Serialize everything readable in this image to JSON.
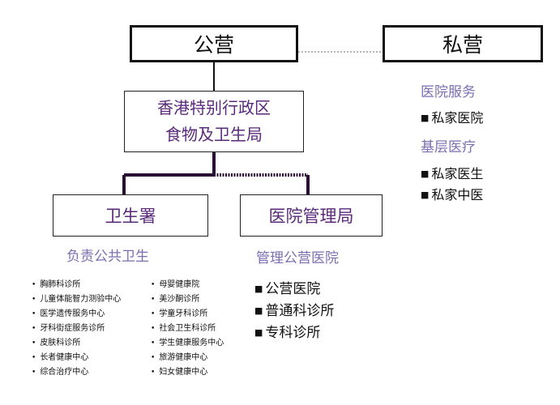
{
  "nodes": {
    "public": "公营",
    "private": "私营",
    "fhb_line1": "香港特别行政区",
    "fhb_line2": "食物及卫生局",
    "dh": "卫生署",
    "ha": "医院管理局"
  },
  "private_section": {
    "hospital_heading": "医院服务",
    "hospital_items": [
      "私家医院"
    ],
    "primary_heading": "基层医疗",
    "primary_items": [
      "私家医生",
      "私家中医"
    ]
  },
  "dh_section": {
    "heading": "负责公共卫生",
    "col1": [
      "胸肺科诊所",
      "儿童体能智力测验中心",
      "医学遗传服务中心",
      "牙科街症服务诊所",
      "皮肤科诊所",
      "长者健康中心",
      "综合治疗中心"
    ],
    "col2": [
      "母婴健康院",
      "美沙酮诊所",
      "学童牙科诊所",
      "社会卫生科诊所",
      "学生健康服务中心",
      "旅游健康中心",
      "妇女健康中心"
    ]
  },
  "ha_section": {
    "heading": "管理公营医院",
    "items": [
      "公营医院",
      "普通科诊所",
      "专科诊所"
    ]
  }
}
